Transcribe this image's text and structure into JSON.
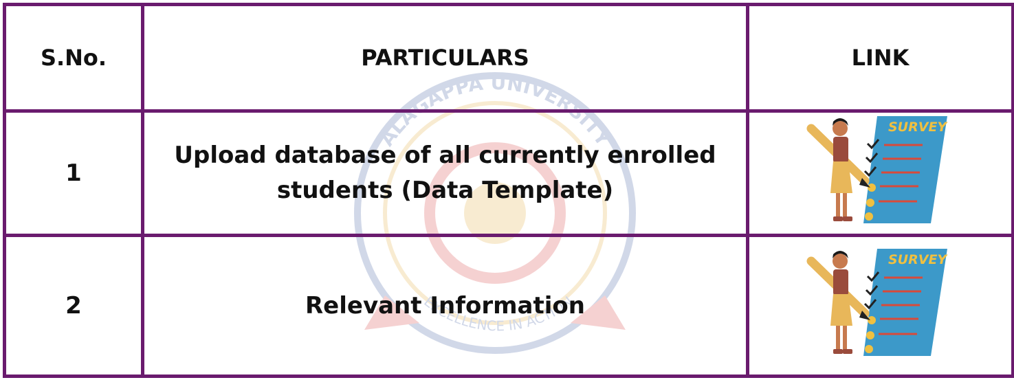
{
  "table": {
    "headers": {
      "sno": "S.No.",
      "particulars": "PARTICULARS",
      "link": "LINK"
    },
    "rows": [
      {
        "sno": "1",
        "particulars": "Upload database of all currently enrolled students (Data Template)",
        "link_label": "SURVEY",
        "link_icon": "survey-illustration-icon"
      },
      {
        "sno": "2",
        "particulars": "Relevant Information",
        "link_label": "SURVEY",
        "link_icon": "survey-illustration-icon"
      }
    ]
  },
  "watermark": {
    "text": "ALAGAPPA UNIVERSITY",
    "motto": "EXCELLENCE IN ACTION",
    "icon": "alagappa-university-seal-icon"
  },
  "colors": {
    "border": "#6a1b6e",
    "text": "#111111",
    "survey_paper": "#3c99c9",
    "figure_skin": "#c77a4e",
    "figure_dress": "#9a4b3c",
    "figure_skirt": "#e8b75a"
  }
}
